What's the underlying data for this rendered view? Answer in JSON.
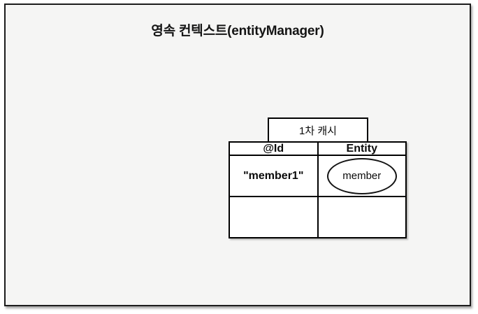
{
  "title": "영속 컨텍스트(entityManager)",
  "cache": {
    "label": "1차 캐시",
    "table": {
      "headers": [
        "@Id",
        "Entity"
      ],
      "rows": [
        {
          "id": "\"member1\"",
          "entity": "member"
        },
        {
          "id": "",
          "entity": ""
        }
      ]
    }
  },
  "colors": {
    "page_bg": "#ffffff",
    "canvas_bg": "#f5f5f4",
    "border": "#000000",
    "cell_bg": "#ffffff",
    "text": "#0a0a0a"
  }
}
